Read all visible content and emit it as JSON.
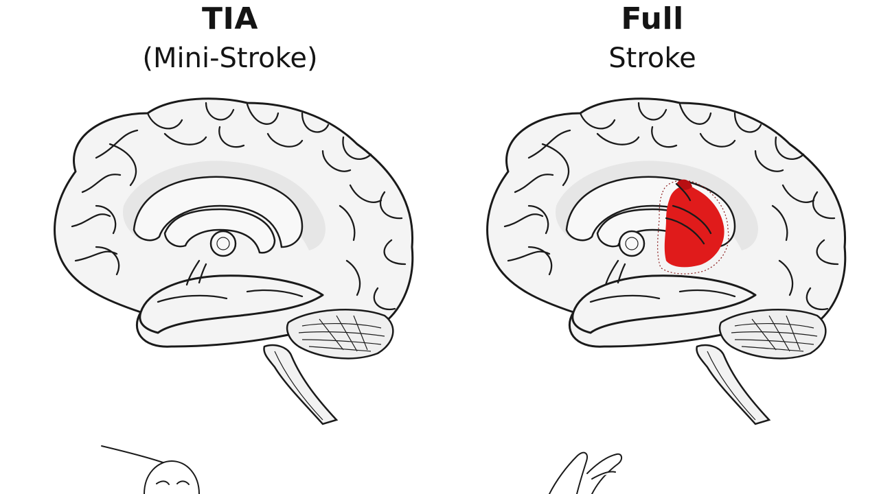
{
  "panels": [
    {
      "id": "tia",
      "title": "TIA",
      "subtitle": "(Mini-Stroke)",
      "lesion": false
    },
    {
      "id": "full",
      "title": "Full",
      "subtitle": "Stroke",
      "lesion": true,
      "lesion_color": "#e01b1b"
    }
  ],
  "colors": {
    "background": "#ffffff",
    "line": "#1a1a1a",
    "brain_fill": "#f4f4f4",
    "lesion": "#e01b1b"
  },
  "icons": [
    "brain-illustration",
    "face-sketch",
    "hand-sketch"
  ]
}
